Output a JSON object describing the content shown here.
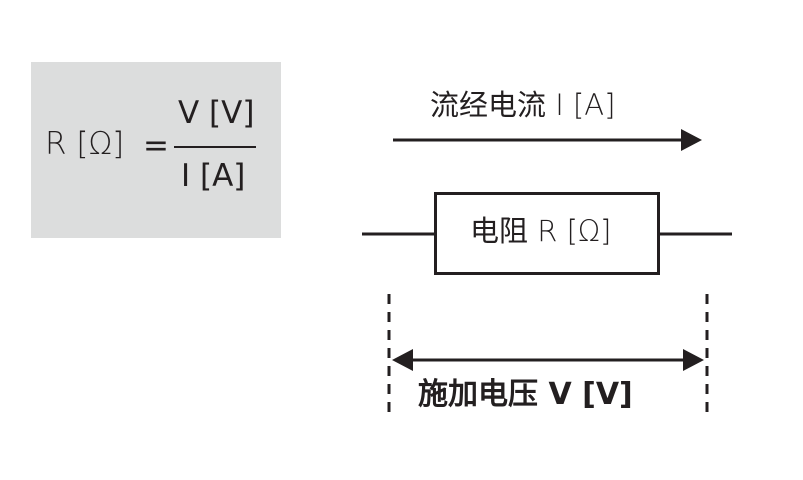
{
  "formula": {
    "lhs": "R [Ω]",
    "equals": "=",
    "numerator": "V [V]",
    "denominator": "I [A]"
  },
  "circuit": {
    "current_label": "流经电流 I [A]",
    "resistor_label": "电阻 R [Ω]",
    "voltage_label": "施加电压 V [V]"
  },
  "colors": {
    "ink": "#231f20",
    "formula_background": "#dcdddd"
  }
}
